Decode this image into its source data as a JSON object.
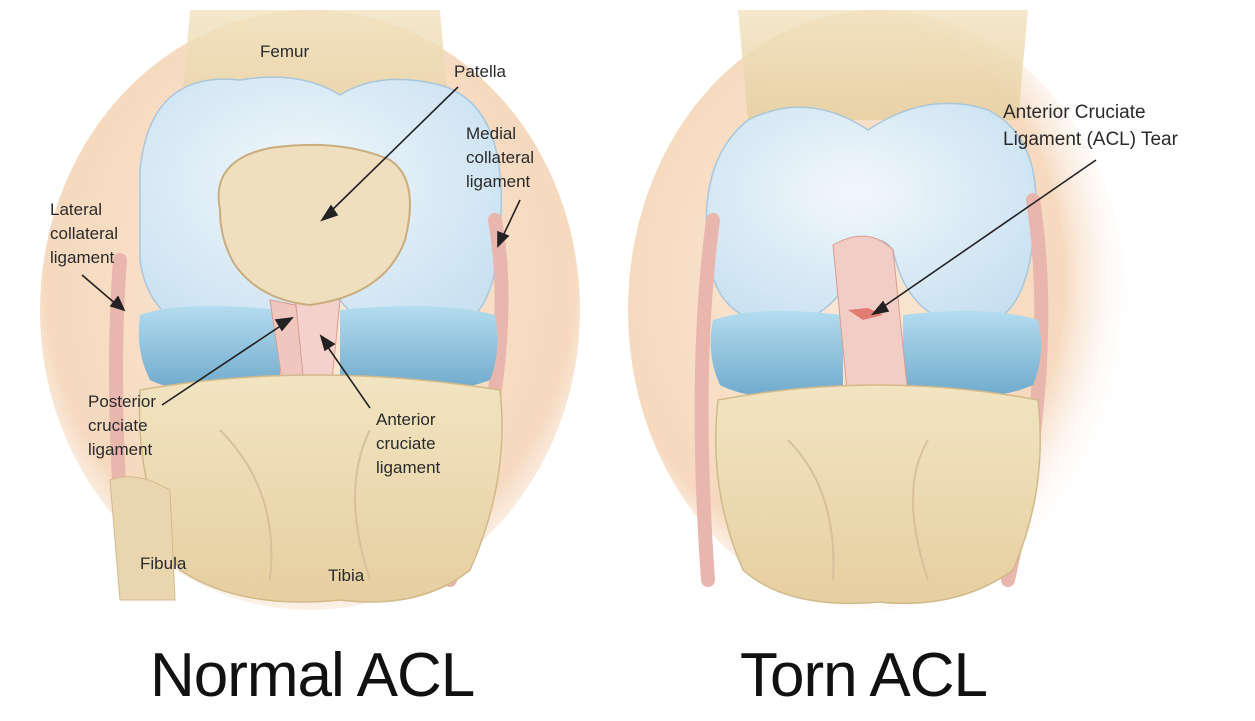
{
  "normal": {
    "caption": "Normal ACL",
    "labels": {
      "femur": "Femur",
      "patella": "Patella",
      "medial_collateral": "Medial\ncollateral\nligament",
      "lateral_collateral": "Lateral\ncollateral\nligament",
      "posterior_cruciate": "Posterior\ncruciate\nligament",
      "anterior_cruciate": "Anterior\ncruciate\nligament",
      "fibula": "Fibula",
      "tibia": "Tibia"
    }
  },
  "torn": {
    "caption": "Torn ACL",
    "labels": {
      "acl_tear": "Anterior Cruciate\nLigament (ACL) Tear"
    }
  },
  "colors": {
    "bone": "#eedcb4",
    "cartilage": "#ddeef8",
    "meniscus": "#8ec4de",
    "ligament": "#efc3bc",
    "skin": "#f8e2cc"
  }
}
